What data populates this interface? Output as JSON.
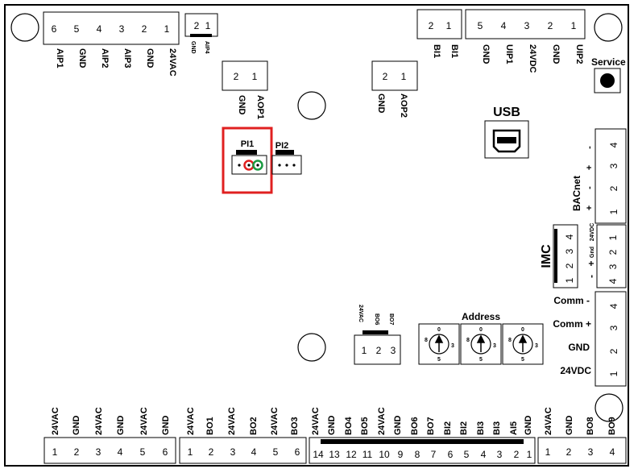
{
  "labels": {
    "service": "Service",
    "usb": "USB",
    "bacnet": "BACnet",
    "imc": "IMC",
    "address": "Address",
    "pi1": "PI1",
    "pi2": "PI2"
  },
  "colors": {
    "highlight": "#e02020",
    "pin_red": "#e02020",
    "pin_green": "#1a9a40"
  },
  "conn_aip": {
    "pins": [
      "6",
      "5",
      "4",
      "3",
      "2",
      "1"
    ],
    "labels": [
      "AIP1",
      "GND",
      "AIP2",
      "AIP3",
      "GND",
      "24VAC"
    ]
  },
  "conn_aip4": {
    "pins": [
      "2",
      "1"
    ],
    "labels": [
      "GND",
      "AIP4"
    ]
  },
  "conn_bi": {
    "pins": [
      "2",
      "1"
    ],
    "labels": [
      "BI1",
      "BI1"
    ]
  },
  "conn_uip": {
    "pins": [
      "5",
      "4",
      "3",
      "2",
      "1"
    ],
    "labels": [
      "GND",
      "UIP1",
      "24VDC",
      "GND",
      "UIP2"
    ]
  },
  "conn_aop1": {
    "pins": [
      "2",
      "1"
    ],
    "labels": [
      "GND",
      "AOP1"
    ]
  },
  "conn_aop2": {
    "pins": [
      "2",
      "1"
    ],
    "labels": [
      "GND",
      "AOP2"
    ]
  },
  "conn_bacnet": {
    "pins": [
      "4",
      "3",
      "2",
      "1"
    ],
    "labels": [
      "-",
      "+",
      "-",
      "+"
    ]
  },
  "conn_imc_left": {
    "pins": [
      "1",
      "2",
      "3",
      "4"
    ],
    "labels": [
      "-",
      "+"
    ]
  },
  "conn_imc_right": {
    "pins": [
      "1",
      "2",
      "3",
      "4"
    ],
    "labels": [
      "24VDC",
      "Gnd",
      "+",
      "-"
    ]
  },
  "conn_comm": {
    "pins": [
      "4",
      "3",
      "2",
      "1"
    ],
    "labels": [
      "Comm -",
      "Comm +",
      "GND",
      "24VDC"
    ]
  },
  "conn_bo67": {
    "pins": [
      "1",
      "2",
      "3"
    ],
    "labels": [
      "24VAC",
      "BO6",
      "BO7"
    ]
  },
  "address_dials": {
    "top": "0",
    "bottom": "5",
    "left": "8",
    "right": "3"
  },
  "bottom_a": {
    "pins": [
      "1",
      "2",
      "3",
      "4",
      "5",
      "6"
    ],
    "labels": [
      "24VAC",
      "GND",
      "24VAC",
      "GND",
      "24VAC",
      "GND"
    ]
  },
  "bottom_b": {
    "pins": [
      "1",
      "2",
      "3",
      "4",
      "5",
      "6"
    ],
    "labels": [
      "24VAC",
      "BO1",
      "24VAC",
      "BO2",
      "24VAC",
      "BO3"
    ]
  },
  "bottom_c": {
    "pins": [
      "14",
      "13",
      "12",
      "11",
      "10",
      "9",
      "8",
      "7",
      "6",
      "5",
      "4",
      "3",
      "2",
      "1"
    ],
    "labels": [
      "24VAC",
      "GND",
      "BO4",
      "BO5",
      "24VAC",
      "GND",
      "BO6",
      "BO7",
      "BI2",
      "BI2",
      "BI3",
      "BI3",
      "AI5",
      "GND"
    ]
  },
  "bottom_d": {
    "pins": [
      "1",
      "2",
      "3",
      "4"
    ],
    "labels": [
      "24VAC",
      "GND",
      "BO8",
      "BO9"
    ]
  }
}
